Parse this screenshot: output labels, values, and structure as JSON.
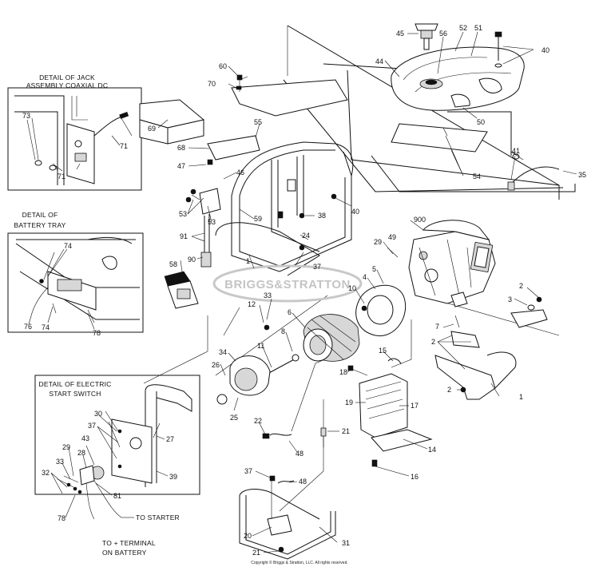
{
  "callouts": [
    {
      "id": "c45",
      "text": "45"
    },
    {
      "id": "c56",
      "text": "56"
    },
    {
      "id": "c52",
      "text": "52"
    },
    {
      "id": "c51",
      "text": "51"
    },
    {
      "id": "c40a",
      "text": "40"
    },
    {
      "id": "c44",
      "text": "44"
    },
    {
      "id": "c50",
      "text": "50"
    },
    {
      "id": "c54",
      "text": "54"
    },
    {
      "id": "c41",
      "text": "41"
    },
    {
      "id": "c35",
      "text": "35"
    },
    {
      "id": "c60",
      "text": "60"
    },
    {
      "id": "c70",
      "text": "70"
    },
    {
      "id": "c69",
      "text": "69"
    },
    {
      "id": "c68",
      "text": "68"
    },
    {
      "id": "c55",
      "text": "55"
    },
    {
      "id": "c47",
      "text": "47"
    },
    {
      "id": "c46",
      "text": "46"
    },
    {
      "id": "c53a",
      "text": "53"
    },
    {
      "id": "c53b",
      "text": "53"
    },
    {
      "id": "c59",
      "text": "59"
    },
    {
      "id": "c38",
      "text": "38"
    },
    {
      "id": "c40b",
      "text": "40"
    },
    {
      "id": "c24",
      "text": "24"
    },
    {
      "id": "c91",
      "text": "91"
    },
    {
      "id": "c90",
      "text": "90"
    },
    {
      "id": "c37a",
      "text": "37"
    },
    {
      "id": "c1a",
      "text": "1"
    },
    {
      "id": "c58",
      "text": "58"
    },
    {
      "id": "c900",
      "text": "900"
    },
    {
      "id": "c29a",
      "text": "29"
    },
    {
      "id": "c49",
      "text": "49"
    },
    {
      "id": "c5",
      "text": "5"
    },
    {
      "id": "c4",
      "text": "4"
    },
    {
      "id": "c10",
      "text": "10"
    },
    {
      "id": "c2a",
      "text": "2"
    },
    {
      "id": "c3",
      "text": "3"
    },
    {
      "id": "c33a",
      "text": "33"
    },
    {
      "id": "c12",
      "text": "12"
    },
    {
      "id": "c6",
      "text": "6"
    },
    {
      "id": "c7",
      "text": "7"
    },
    {
      "id": "c2b",
      "text": "2"
    },
    {
      "id": "c8",
      "text": "8"
    },
    {
      "id": "c11",
      "text": "11"
    },
    {
      "id": "c34",
      "text": "34"
    },
    {
      "id": "c26",
      "text": "26"
    },
    {
      "id": "c15",
      "text": "15"
    },
    {
      "id": "c18",
      "text": "18"
    },
    {
      "id": "c19",
      "text": "19"
    },
    {
      "id": "c17",
      "text": "17"
    },
    {
      "id": "c2c",
      "text": "2"
    },
    {
      "id": "c1b",
      "text": "1"
    },
    {
      "id": "c25",
      "text": "25"
    },
    {
      "id": "c22",
      "text": "22"
    },
    {
      "id": "c21a",
      "text": "21"
    },
    {
      "id": "c48a",
      "text": "48"
    },
    {
      "id": "c14",
      "text": "14"
    },
    {
      "id": "c16",
      "text": "16"
    },
    {
      "id": "c37b",
      "text": "37"
    },
    {
      "id": "c48b",
      "text": "48"
    },
    {
      "id": "c20",
      "text": "20"
    },
    {
      "id": "c31",
      "text": "31"
    },
    {
      "id": "c21b",
      "text": "21"
    },
    {
      "id": "c73",
      "text": "73"
    },
    {
      "id": "c71a",
      "text": "71"
    },
    {
      "id": "c71b",
      "text": "71"
    },
    {
      "id": "c74a",
      "text": "74"
    },
    {
      "id": "c74b",
      "text": "74"
    },
    {
      "id": "c76",
      "text": "76"
    },
    {
      "id": "c78a",
      "text": "78"
    },
    {
      "id": "c30",
      "text": "30"
    },
    {
      "id": "c37c",
      "text": "37"
    },
    {
      "id": "c27",
      "text": "27"
    },
    {
      "id": "c43",
      "text": "43"
    },
    {
      "id": "c29b",
      "text": "29"
    },
    {
      "id": "c28",
      "text": "28"
    },
    {
      "id": "c33b",
      "text": "33"
    },
    {
      "id": "c32",
      "text": "32"
    },
    {
      "id": "c39",
      "text": "39"
    },
    {
      "id": "c81",
      "text": "81"
    },
    {
      "id": "c78b",
      "text": "78"
    }
  ],
  "details": {
    "jack": {
      "line1": "DETAIL OF JACK",
      "line2": "ASSEMBLY COAXIAL DC"
    },
    "battery_tray": {
      "line1": "DETAIL OF",
      "line2": "BATTERY TRAY"
    },
    "start_switch": {
      "line1": "DETAIL OF ELECTRIC",
      "line2": "START SWITCH"
    }
  },
  "annotations": {
    "to_starter": "TO STARTER",
    "to_terminal_1": "TO + TERMINAL",
    "to_terminal_2": "ON BATTERY"
  },
  "watermark": "BRIGGS&STRATTON",
  "copyright": "Copyright © Briggs & Stratton, LLC. All rights reserved."
}
